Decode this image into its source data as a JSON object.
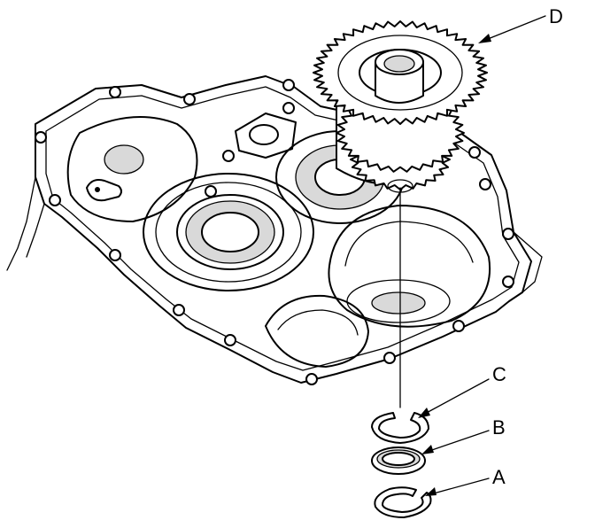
{
  "labels": {
    "d": "D",
    "c": "C",
    "b": "B",
    "a": "A"
  },
  "colors": {
    "ink": "#000000",
    "paper": "#ffffff",
    "shade": "#d9d9d9"
  }
}
